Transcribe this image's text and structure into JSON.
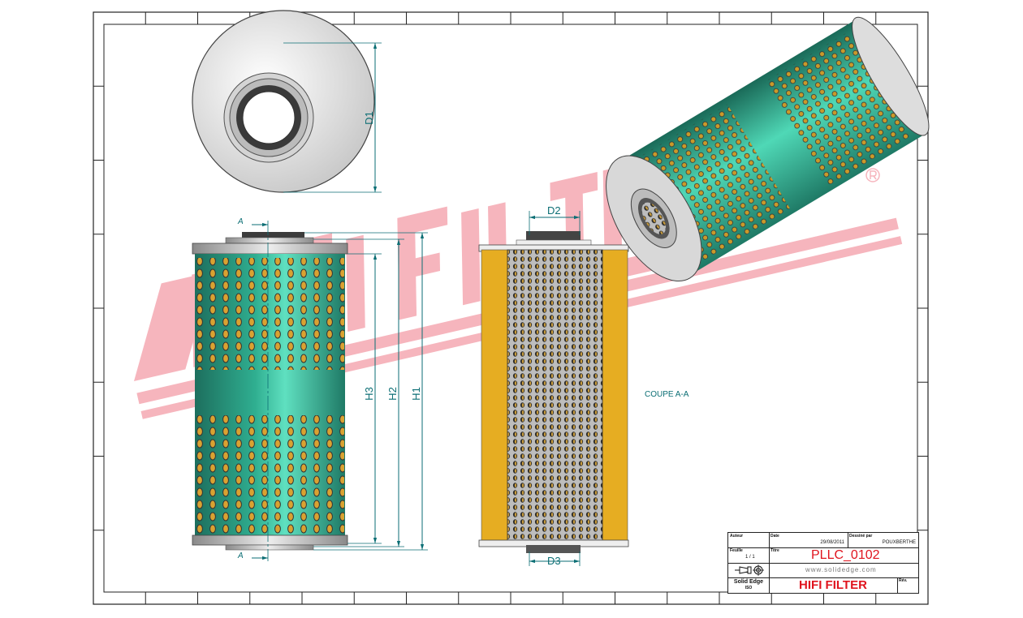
{
  "logo_watermark": {
    "text": "HIFI FILTER",
    "registered_mark": "®",
    "color": "#f4a3ad"
  },
  "dimensions": {
    "top_view": [
      "D1"
    ],
    "front_view": [
      "H3",
      "H2",
      "H1"
    ],
    "section_view": [
      "D2",
      "D3"
    ],
    "section_markers": [
      "A",
      "A"
    ]
  },
  "section_label": "COUPE A-A",
  "title_block": {
    "author_label": "Auteur",
    "date_label": "Date",
    "date": "29/08/2011",
    "drawn_by_label": "Dessiné par",
    "drawn_by": "POUXBERTHE",
    "sheet_label": "Feuille",
    "sheet": "1 / 1",
    "title_label": "Titre",
    "part_number": "PLLC_0102",
    "website": "www.solidedge.com",
    "software": "Solid Edge",
    "software_sub": "ISO",
    "company": "HIFI FILTER",
    "revision_label": "Rév."
  },
  "colors": {
    "filter_green": "#2fa58a",
    "paper_yellow": "#e6ad22",
    "dim_line": "#0b6e74",
    "red_text": "#e0141e"
  }
}
